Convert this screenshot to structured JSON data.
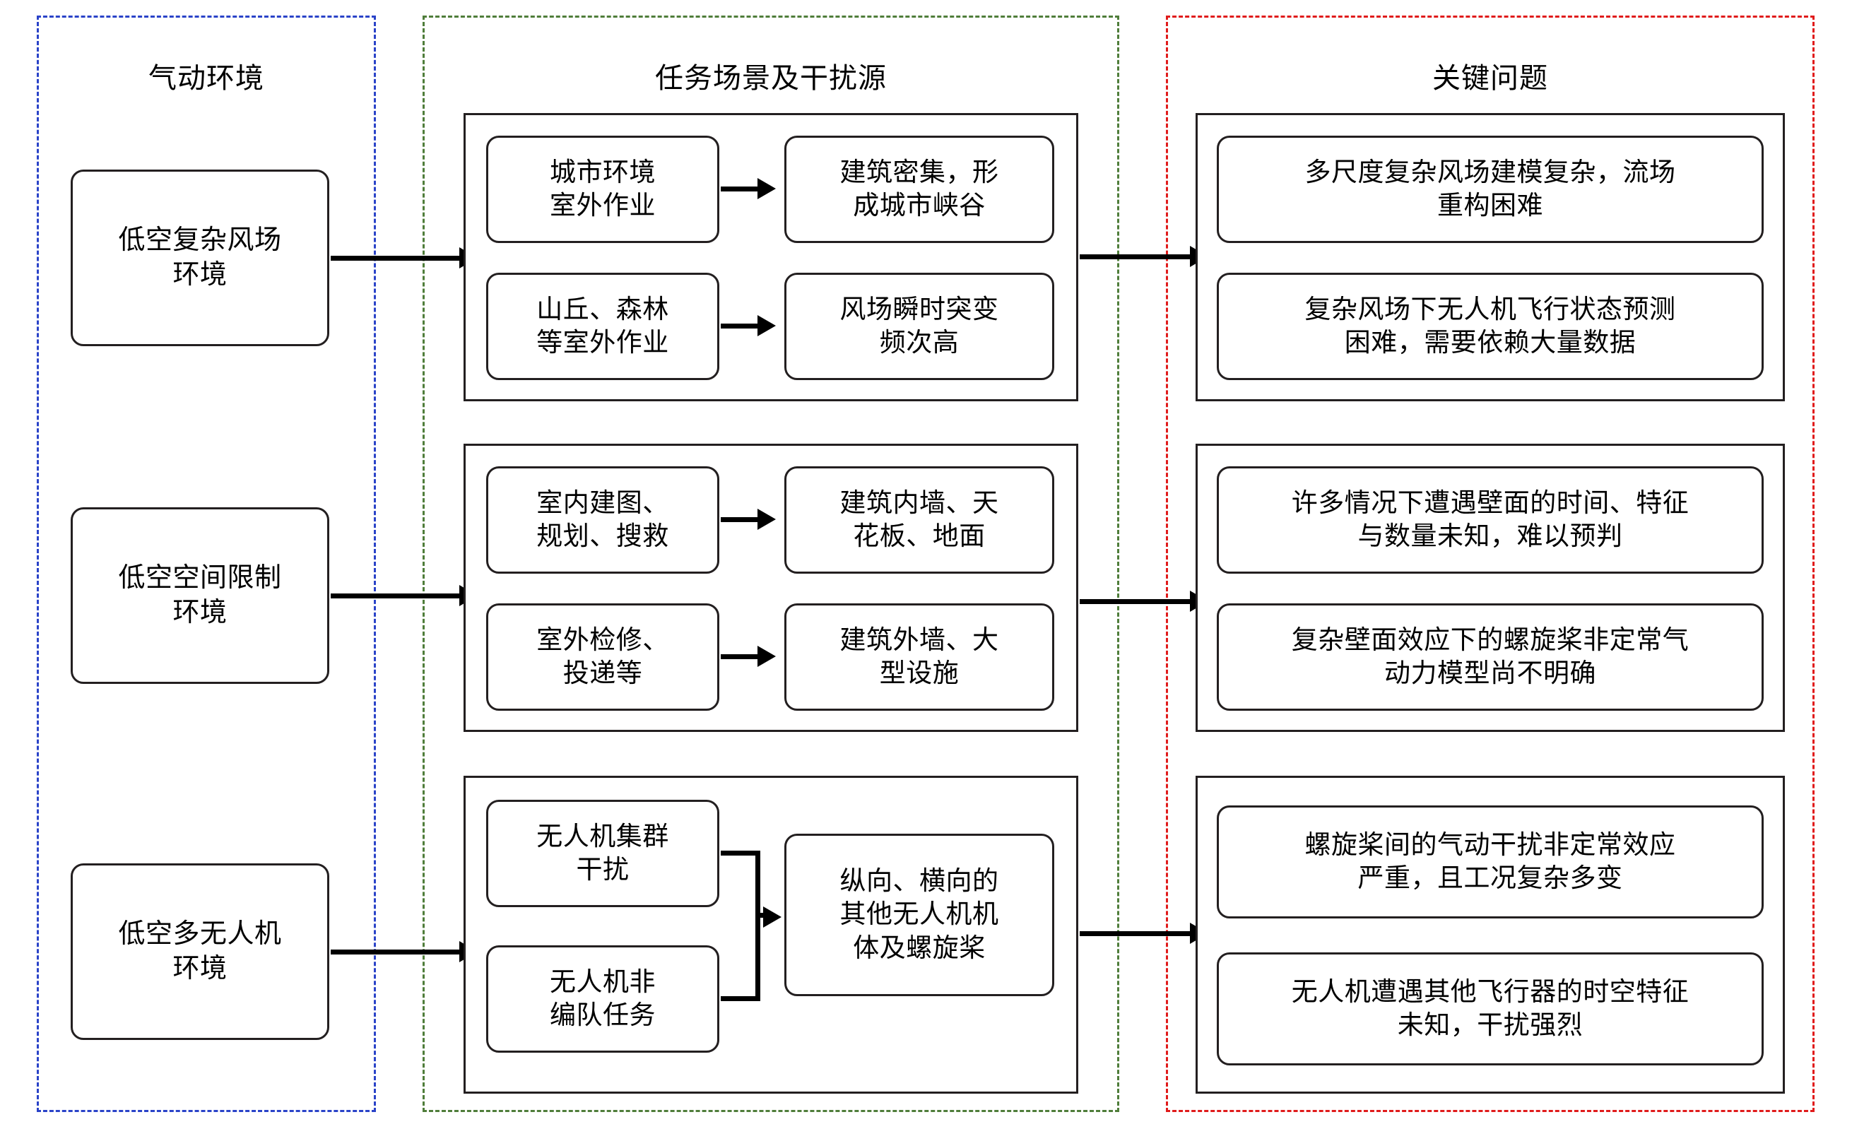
{
  "columns": [
    {
      "title": "气动环境",
      "color": "#2a43c8"
    },
    {
      "title": "任务场景及干扰源",
      "color": "#4f7d3a"
    },
    {
      "title": "关键问题",
      "color": "#e01b1b"
    }
  ],
  "left": {
    "nodes": [
      "低空复杂风场\n环境",
      "低空空间限制\n环境",
      "低空多无人机\n环境"
    ]
  },
  "middle": {
    "groups": [
      {
        "sources": [
          "城市环境\n室外作业",
          "山丘、森林\n等室外作业"
        ],
        "targets": [
          "建筑密集，形\n成城市峡谷",
          "风场瞬时突变\n频次高"
        ],
        "layout": "pairs"
      },
      {
        "sources": [
          "室内建图、\n规划、搜救",
          "室外检修、\n投递等"
        ],
        "targets": [
          "建筑内墙、天\n花板、地面",
          "建筑外墙、大\n型设施"
        ],
        "layout": "pairs"
      },
      {
        "sources": [
          "无人机集群\n干扰",
          "无人机非\n编队任务"
        ],
        "targets": [
          "纵向、横向的\n其他无人机机\n体及螺旋桨"
        ],
        "layout": "merge"
      }
    ]
  },
  "right": {
    "groups": [
      {
        "items": [
          "多尺度复杂风场建模复杂，流场\n重构困难",
          "复杂风场下无人机飞行状态预测\n困难，需要依赖大量数据"
        ]
      },
      {
        "items": [
          "许多情况下遭遇壁面的时间、特征\n与数量未知，难以预判",
          "复杂壁面效应下的螺旋桨非定常气\n动力模型尚不明确"
        ]
      },
      {
        "items": [
          "螺旋桨间的气动干扰非定常效应\n严重，且工况复杂多变",
          "无人机遭遇其他飞行器的时空特征\n未知，干扰强烈"
        ]
      }
    ]
  }
}
